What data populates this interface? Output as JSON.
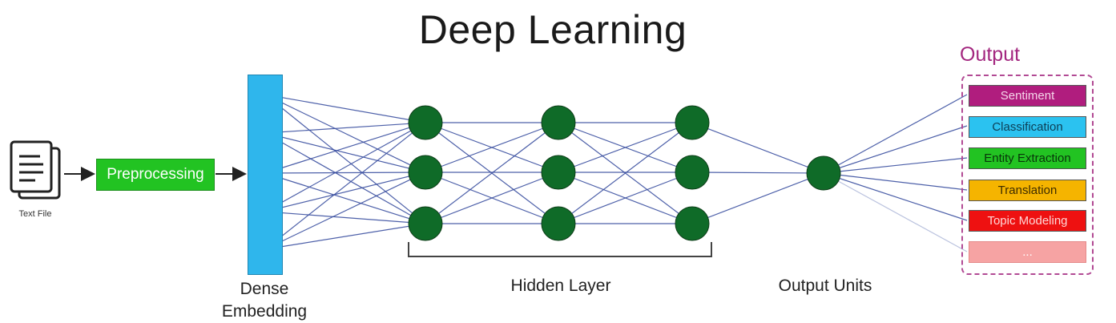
{
  "title": "Deep Learning",
  "input": {
    "caption": "Text File"
  },
  "preprocessing": {
    "label": "Preprocessing"
  },
  "embedding": {
    "label_line1": "Dense",
    "label_line2": "Embedding"
  },
  "hidden_layer": {
    "label": "Hidden Layer"
  },
  "output_units": {
    "label": "Output Units"
  },
  "output": {
    "title": "Output",
    "items": [
      {
        "label": "Sentiment",
        "bg": "#b01d7e",
        "color": "#f5d6ea"
      },
      {
        "label": "Classification",
        "bg": "#2bc2f0",
        "color": "#0d3e55"
      },
      {
        "label": "Entity Extraction",
        "bg": "#22c322",
        "color": "#08350a"
      },
      {
        "label": "Translation",
        "bg": "#f5b400",
        "color": "#3d2c00"
      },
      {
        "label": "Topic Modeling",
        "bg": "#ee1111",
        "color": "#ffd6d6"
      },
      {
        "label": "...",
        "bg": "#f6a3a3",
        "color": "#ffffff"
      }
    ]
  },
  "colors": {
    "embedding_nodes": "#4b2a90",
    "hidden_nodes": "#0f6b28",
    "connections": "#3a4fa0",
    "preprocessing": "#22c322",
    "embedding_bar": "#2fb6ec",
    "output_frame": "#b24a94"
  },
  "icons": {
    "document": "document-stack-icon"
  }
}
